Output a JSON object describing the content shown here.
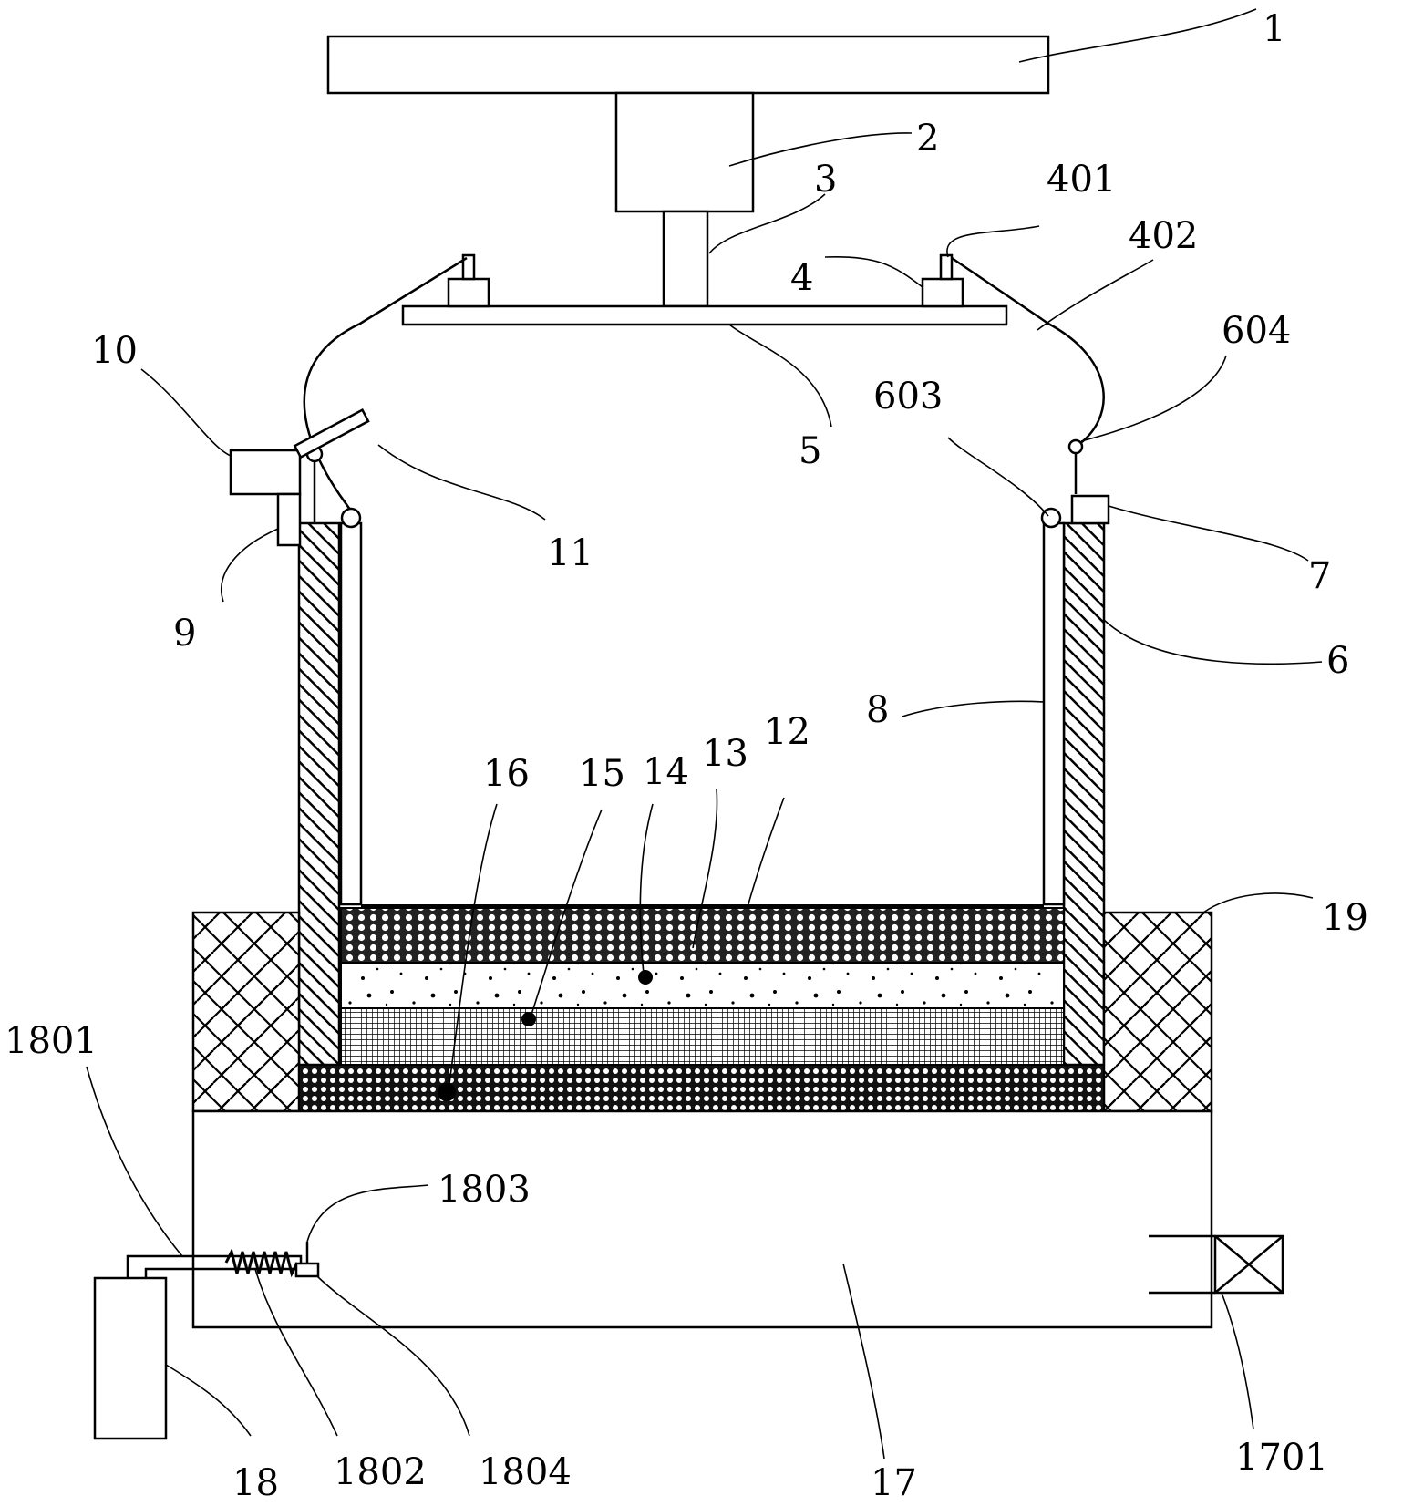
{
  "diagram": {
    "labels": {
      "l1": "1",
      "l2": "2",
      "l3": "3",
      "l4": "4",
      "l401": "401",
      "l402": "402",
      "l5": "5",
      "l6": "6",
      "l603": "603",
      "l604": "604",
      "l7": "7",
      "l8": "8",
      "l9": "9",
      "l10": "10",
      "l11": "11",
      "l12": "12",
      "l13": "13",
      "l14": "14",
      "l15": "15",
      "l16": "16",
      "l17": "17",
      "l1701": "1701",
      "l18": "18",
      "l1801": "1801",
      "l1802": "1802",
      "l1803": "1803",
      "l1804": "1804",
      "l19": "19"
    }
  }
}
